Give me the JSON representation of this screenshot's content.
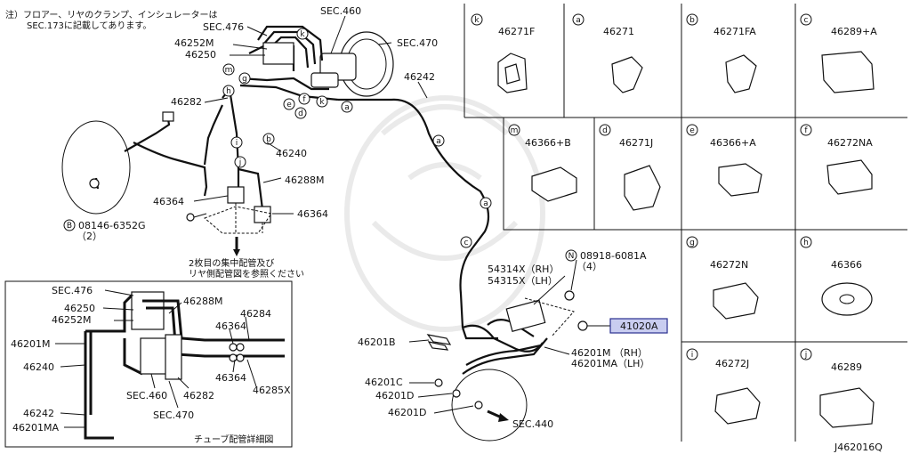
{
  "note": {
    "line1": "注）フロアー、リヤのクランプ、インシュレーターは",
    "line2": "SEC.173に記載してあります。"
  },
  "main_labels": {
    "sec476": "SEC.476",
    "sec460": "SEC.460",
    "sec470": "SEC.470",
    "p46252m": "46252M",
    "p46250": "46250",
    "p46282": "46282",
    "p46242": "46242",
    "p46240": "46240",
    "p46288m": "46288M",
    "p46364a": "46364",
    "p46364b": "46364",
    "bolt": "08146-6352G",
    "bolt_qty": "（2）",
    "ref_note1": "2枚目の集中配管及び",
    "ref_note2": "リヤ側配管図を参照ください",
    "p54314x": "54314X（RH）",
    "p54315x": "54315X（LH）",
    "nut": "08918-6081A",
    "nut_qty": "（4）",
    "p41020a": "41020A",
    "p46201b": "46201B",
    "p46201m": "46201M （RH）",
    "p46201ma": "46201MA（LH）",
    "p46201c": "46201C",
    "p46201d_a": "46201D",
    "p46201d_b": "46201D",
    "sec440": "SEC.440",
    "bolt_circle": "B",
    "nut_circle": "N"
  },
  "detail_box": {
    "sec476": "SEC.476",
    "p46250": "46250",
    "p46252m": "46252M",
    "p46288m": "46288M",
    "p46284": "46284",
    "p46201m": "46201M",
    "p46364a": "46364",
    "p46240": "46240",
    "p46364b": "46364",
    "p46285x": "46285X",
    "sec460": "SEC.460",
    "p46282": "46282",
    "sec470": "SEC.470",
    "p46242": "46242",
    "p46201ma": "46201MA",
    "caption": "チューブ配管詳細図"
  },
  "callout_letters": [
    "k",
    "g",
    "m",
    "h",
    "e",
    "f",
    "d",
    "b",
    "a",
    "i",
    "j",
    "a",
    "a",
    "c"
  ],
  "parts_grid": [
    {
      "letter": "k",
      "part": "46271F"
    },
    {
      "letter": "a",
      "part": "46271"
    },
    {
      "letter": "b",
      "part": "46271FA"
    },
    {
      "letter": "c",
      "part": "46289+A"
    },
    {
      "letter": "m",
      "part": "46366+B"
    },
    {
      "letter": "d",
      "part": "46271J"
    },
    {
      "letter": "e",
      "part": "46366+A"
    },
    {
      "letter": "f",
      "part": "46272NA"
    },
    {
      "letter": "g",
      "part": "46272N"
    },
    {
      "letter": "h",
      "part": "46366"
    },
    {
      "letter": "i",
      "part": "46272J"
    },
    {
      "letter": "j",
      "part": "46289"
    }
  ],
  "drawing_id": "J462016Q",
  "colors": {
    "highlight_fill": "#c9cdf0",
    "highlight_border": "#2a2f8f",
    "line": "#111111"
  }
}
